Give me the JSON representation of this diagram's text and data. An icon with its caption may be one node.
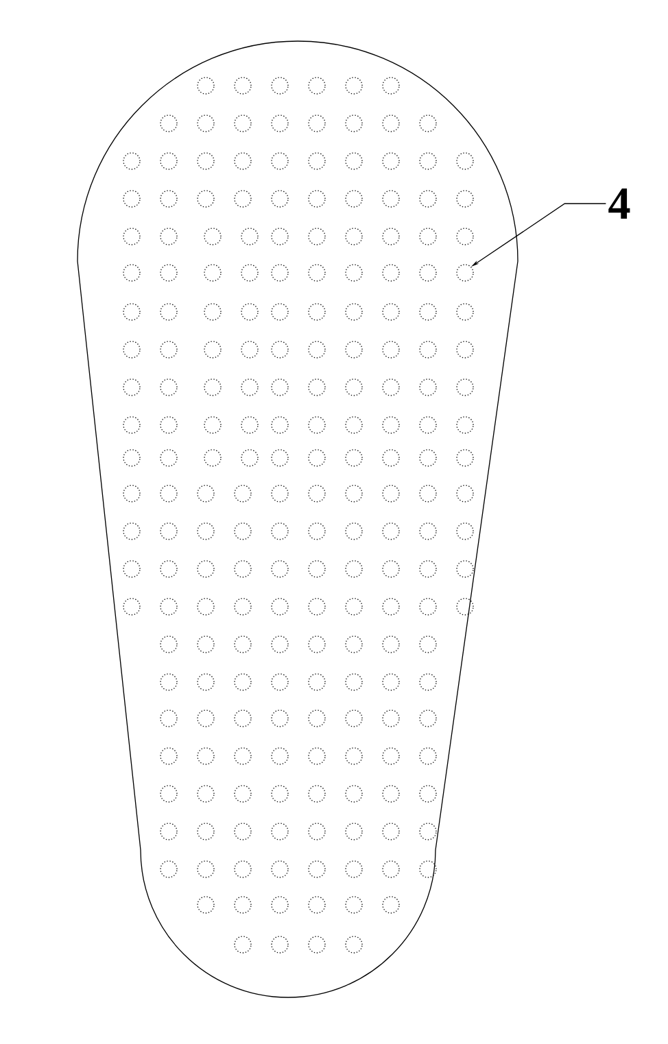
{
  "diagram": {
    "nodes": [
      {
        "text": [
          "4"
        ]
      },
      {
        "text": [],
        "shape": "circle"
      }
    ],
    "edges": [
      {
        "from": 0,
        "to": 1,
        "arrow": "to"
      }
    ]
  }
}
